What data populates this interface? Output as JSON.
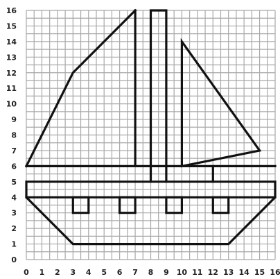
{
  "grid": {
    "x_ticks": [
      "0",
      "1",
      "2",
      "3",
      "4",
      "5",
      "6",
      "7",
      "8",
      "9",
      "10",
      "11",
      "12",
      "13",
      "14",
      "15",
      "16"
    ],
    "y_ticks": [
      "0",
      "1",
      "2",
      "3",
      "4",
      "5",
      "6",
      "7",
      "8",
      "9",
      "10",
      "11",
      "12",
      "13",
      "14",
      "15",
      "16"
    ],
    "x_range": [
      0,
      16
    ],
    "y_range": [
      0,
      16
    ],
    "line_color": "#a8a8a8",
    "drawing_color": "#111111"
  },
  "drawing": [
    {
      "name": "left-sail",
      "closed": false,
      "points": [
        [
          0,
          6
        ],
        [
          3,
          12
        ],
        [
          7,
          16
        ]
      ]
    },
    {
      "name": "front-mast",
      "closed": false,
      "points": [
        [
          7,
          16
        ],
        [
          7,
          6
        ]
      ]
    },
    {
      "name": "rear-mast",
      "closed": false,
      "points": [
        [
          8,
          5
        ],
        [
          8,
          16
        ],
        [
          9,
          16
        ],
        [
          9,
          5
        ]
      ]
    },
    {
      "name": "right-sail",
      "closed": true,
      "points": [
        [
          10,
          14
        ],
        [
          15,
          7
        ],
        [
          10,
          6
        ]
      ]
    },
    {
      "name": "deck-line",
      "closed": false,
      "points": [
        [
          0,
          6
        ],
        [
          16,
          6
        ]
      ]
    },
    {
      "name": "cabin-wall",
      "closed": false,
      "points": [
        [
          12,
          6
        ],
        [
          12,
          5
        ]
      ]
    },
    {
      "name": "hull",
      "closed": true,
      "points": [
        [
          0,
          5
        ],
        [
          16,
          5
        ],
        [
          16,
          4
        ],
        [
          13,
          1
        ],
        [
          3,
          1
        ],
        [
          0,
          4
        ]
      ]
    },
    {
      "name": "hull-stripe",
      "closed": false,
      "points": [
        [
          0,
          4
        ],
        [
          16,
          4
        ]
      ]
    },
    {
      "name": "porthole-1",
      "closed": true,
      "points": [
        [
          3,
          4
        ],
        [
          4,
          4
        ],
        [
          4,
          3
        ],
        [
          3,
          3
        ]
      ]
    },
    {
      "name": "porthole-2",
      "closed": true,
      "points": [
        [
          6,
          4
        ],
        [
          7,
          4
        ],
        [
          7,
          3
        ],
        [
          6,
          3
        ]
      ]
    },
    {
      "name": "porthole-3",
      "closed": true,
      "points": [
        [
          9,
          4
        ],
        [
          10,
          4
        ],
        [
          10,
          3
        ],
        [
          9,
          3
        ]
      ]
    },
    {
      "name": "porthole-4",
      "closed": true,
      "points": [
        [
          12,
          4
        ],
        [
          13,
          4
        ],
        [
          13,
          3
        ],
        [
          12,
          3
        ]
      ]
    }
  ]
}
